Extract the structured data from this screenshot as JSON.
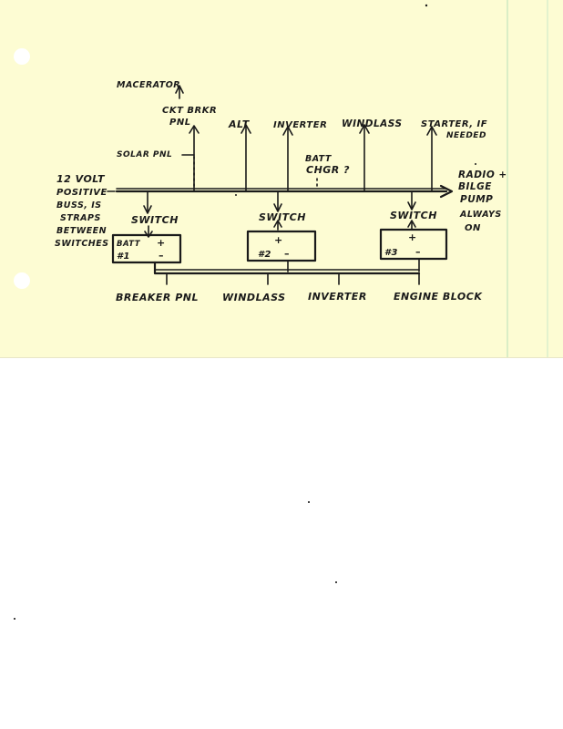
{
  "colors": {
    "paper": "#fdfcd3",
    "rule_line": "#b8e0b8",
    "ink": "#1a1a1a",
    "background": "#ffffff"
  },
  "labels": {
    "macerator": "MACERATOR",
    "ckt_brkr_1": "CKT BRKR",
    "ckt_brkr_2": "PNL",
    "alt": "ALT",
    "inverter_top": "INVERTER",
    "windlass_top": "WINDLASS",
    "starter_1": "STARTER, IF",
    "starter_2": "NEEDED",
    "solar": "SOLAR PNL",
    "batt_chgr_1": "BATT",
    "batt_chgr_2": "CHGR ?",
    "buss_1": "12 VOLT",
    "buss_2": "POSITIVE",
    "buss_3": "BUSS, IS",
    "buss_4": "STRAPS",
    "buss_5": "BETWEEN",
    "buss_6": "SWITCHES",
    "radio_1": "RADIO +",
    "radio_2": "BILGE",
    "radio_3": "PUMP",
    "radio_4": "ALWAYS",
    "radio_5": "ON",
    "switch_1": "SWITCH",
    "switch_2": "SWITCH",
    "switch_3": "SWITCH",
    "batt1_name": "BATT",
    "batt1_num": "#1",
    "batt2_num": "#2",
    "batt3_num": "#3",
    "plus": "+",
    "minus": "–",
    "breaker_pnl": "BREAKER PNL",
    "windlass_bottom": "WINDLASS",
    "inverter_bottom": "INVERTER",
    "engine_block": "ENGINE BLOCK"
  }
}
